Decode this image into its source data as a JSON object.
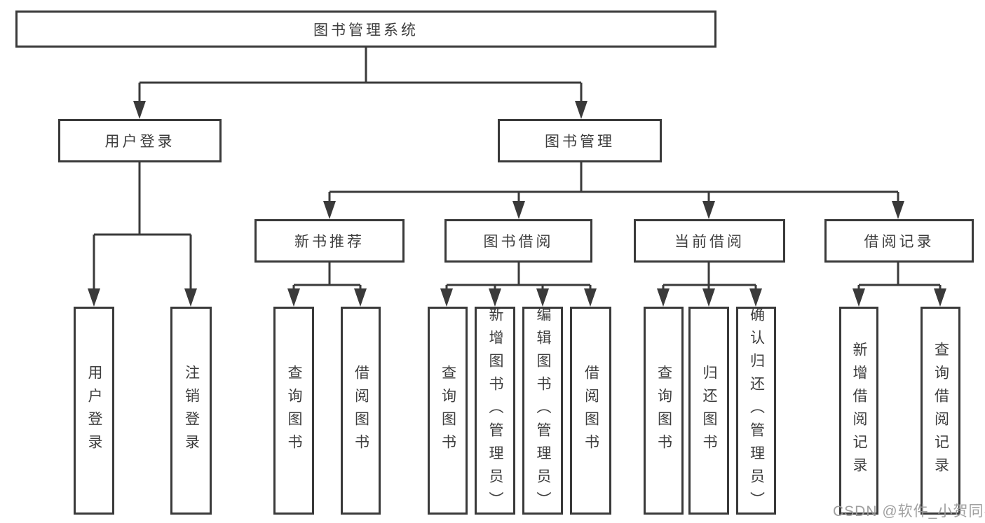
{
  "tree": {
    "root": {
      "label": "图书管理系统"
    },
    "children": [
      {
        "label": "用户登录",
        "children": [
          {
            "label": "用户登录"
          },
          {
            "label": "注销登录"
          }
        ]
      },
      {
        "label": "图书管理",
        "children": [
          {
            "label": "新书推荐",
            "children": [
              {
                "label": "查询图书"
              },
              {
                "label": "借阅图书"
              }
            ]
          },
          {
            "label": "图书借阅",
            "children": [
              {
                "label": "查询图书"
              },
              {
                "label": "新增图书（管理员）"
              },
              {
                "label": "编辑图书（管理员）"
              },
              {
                "label": "借阅图书"
              }
            ]
          },
          {
            "label": "当前借阅",
            "children": [
              {
                "label": "查询图书"
              },
              {
                "label": "归还图书"
              },
              {
                "label": "确认归还（管理员）"
              }
            ]
          },
          {
            "label": "借阅记录",
            "children": [
              {
                "label": "新增借阅记录"
              },
              {
                "label": "查询借阅记录"
              }
            ]
          }
        ]
      }
    ]
  },
  "watermark": {
    "text": "CSDN @软件_小贺同学"
  },
  "colors": {
    "line": "#3a3a3a",
    "text": "#3d3d3d",
    "box_background": "#ffffff",
    "page_background": "#ffffff",
    "watermark": "#9b9b9b"
  }
}
